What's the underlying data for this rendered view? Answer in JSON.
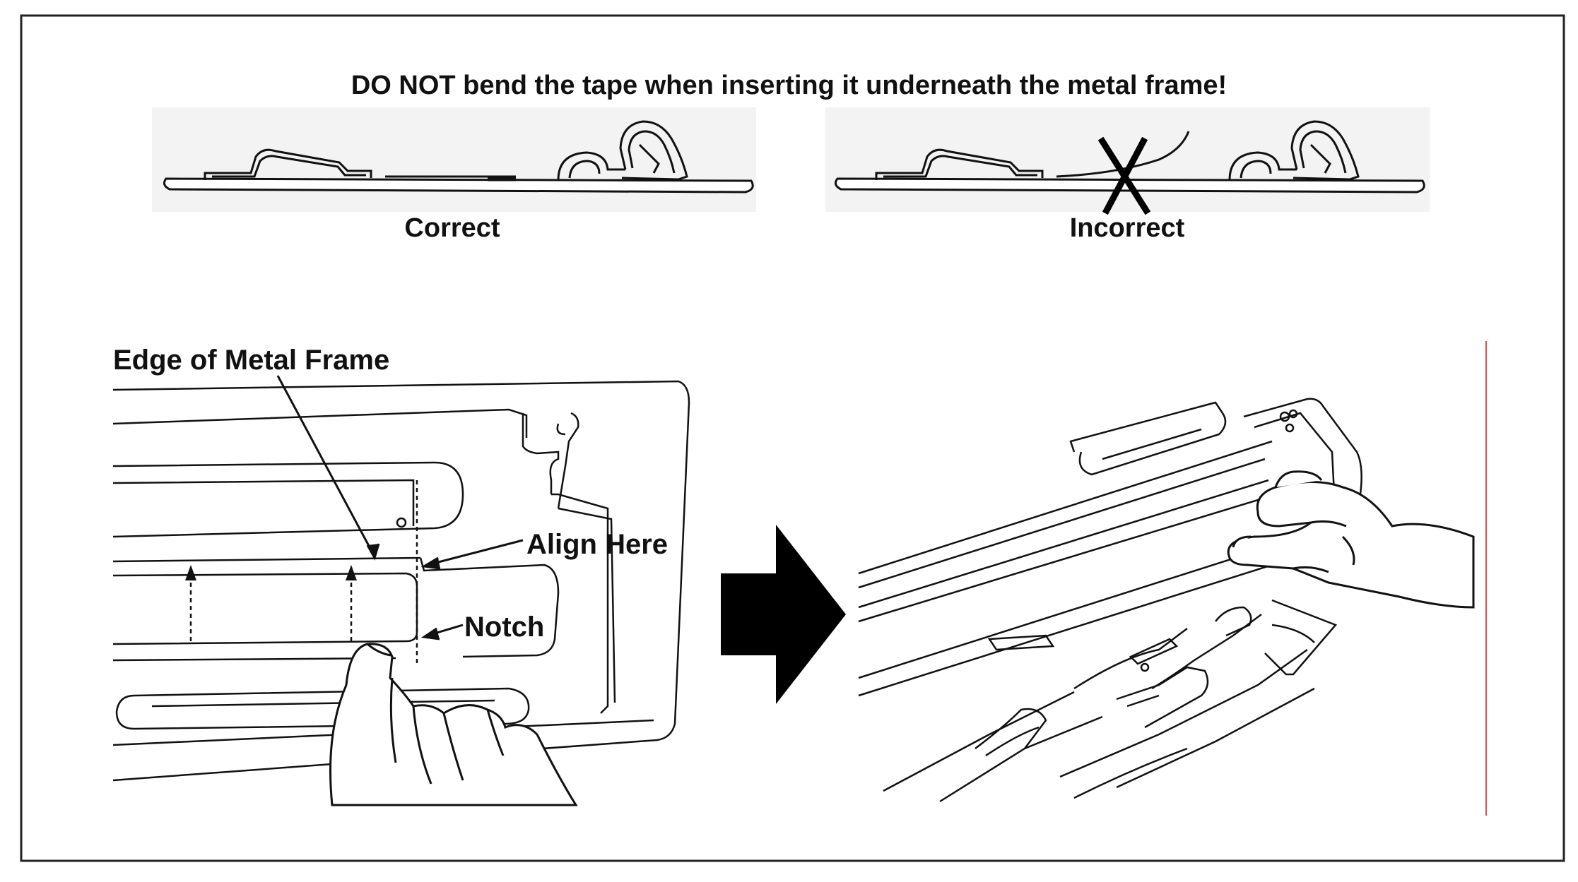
{
  "heading": "DO NOT bend the tape when inserting it underneath the metal frame!",
  "labels": {
    "correct": "Correct",
    "incorrect": "Incorrect",
    "edge_of_metal_frame": "Edge of Metal Frame",
    "align_here": "Align Here",
    "notch": "Notch"
  },
  "colors": {
    "ink": "#111111",
    "border": "#222222",
    "cross_mark": "#000000",
    "guide_line": "#d9534f"
  }
}
